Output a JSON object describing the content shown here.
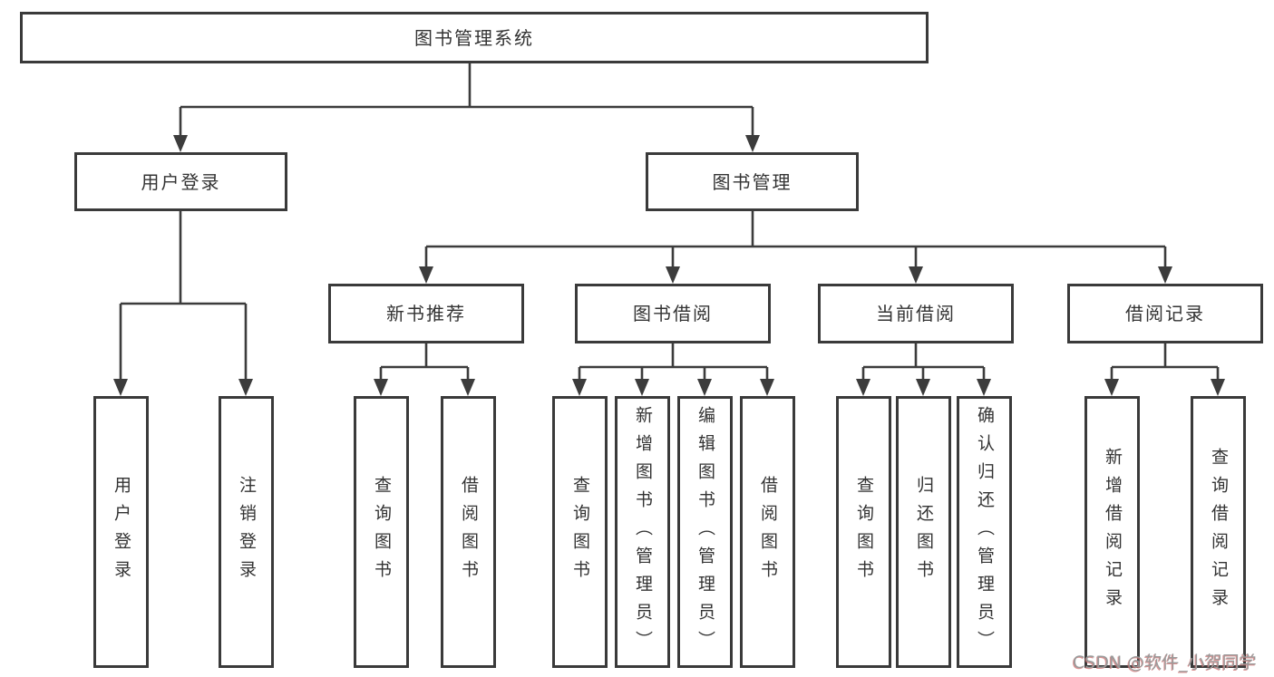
{
  "colors": {
    "line": "#3c3c3c",
    "box_border": "#3a3a3a",
    "text": "#333333",
    "background": "#ffffff",
    "watermark_gray": "#9a9a9a",
    "watermark_red": "#cd6e6e"
  },
  "watermark": {
    "text": "CSDN @软件_小贺同学"
  },
  "diagram": {
    "type": "hierarchy-tree",
    "root": {
      "label": "图书管理系统",
      "children": [
        {
          "label": "用户登录",
          "children": [
            {
              "label": "用户登录"
            },
            {
              "label": "注销登录"
            }
          ]
        },
        {
          "label": "图书管理",
          "children": [
            {
              "label": "新书推荐",
              "children": [
                {
                  "label": "查询图书"
                },
                {
                  "label": "借阅图书"
                }
              ]
            },
            {
              "label": "图书借阅",
              "children": [
                {
                  "label": "查询图书"
                },
                {
                  "label": "新增图书（管理员）"
                },
                {
                  "label": "编辑图书（管理员）"
                },
                {
                  "label": "借阅图书"
                }
              ]
            },
            {
              "label": "当前借阅",
              "children": [
                {
                  "label": "查询图书"
                },
                {
                  "label": "归还图书"
                },
                {
                  "label": "确认归还（管理员）"
                }
              ]
            },
            {
              "label": "借阅记录",
              "children": [
                {
                  "label": "新增借阅记录"
                },
                {
                  "label": "查询借阅记录"
                }
              ]
            }
          ]
        }
      ]
    }
  }
}
